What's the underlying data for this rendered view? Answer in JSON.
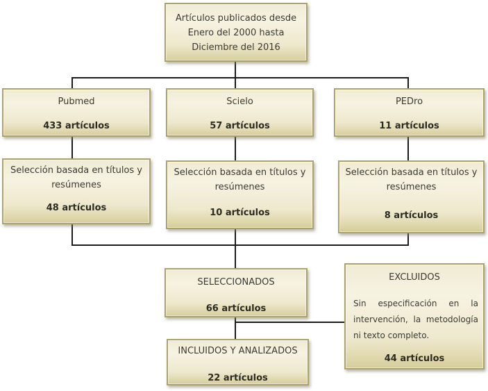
{
  "diagram": {
    "source": {
      "line1": "Artículos publicados desde",
      "line2": "Enero del 2000 hasta",
      "line3": "Diciembre del 2016"
    },
    "databases": [
      {
        "name": "Pubmed",
        "count": "433 artículos"
      },
      {
        "name": "Scielo",
        "count": "57 artículos"
      },
      {
        "name": "PEDro",
        "count": "11 artículos"
      }
    ],
    "screening": [
      {
        "line1": "Selección basada en títulos y",
        "line2": "resúmenes",
        "count": "48 artículos"
      },
      {
        "line1": "Selección basada en títulos y",
        "line2": "resúmenes",
        "count": "10 artículos"
      },
      {
        "line1": "Selección basada en títulos y",
        "line2": "resúmenes",
        "count": "8 artículos"
      }
    ],
    "selected": {
      "title": "SELECCIONADOS",
      "count": "66 artículos"
    },
    "excluded": {
      "title": "EXCLUIDOS",
      "reason_lines": [
        "Sin especificación en la",
        "intervención, la metodología",
        "ni texto completo."
      ],
      "count": "44 artículos"
    },
    "included": {
      "title": "INCLUIDOS Y ANALIZADOS",
      "count": "22 artículos"
    }
  },
  "colors": {
    "box_fill_top": "#f0ebd4",
    "box_fill_bottom": "#d5cc9b",
    "box_border": "#aba36c",
    "connector": "#1b1b1b",
    "text": "#3a3a32",
    "background": "#ffffff"
  }
}
